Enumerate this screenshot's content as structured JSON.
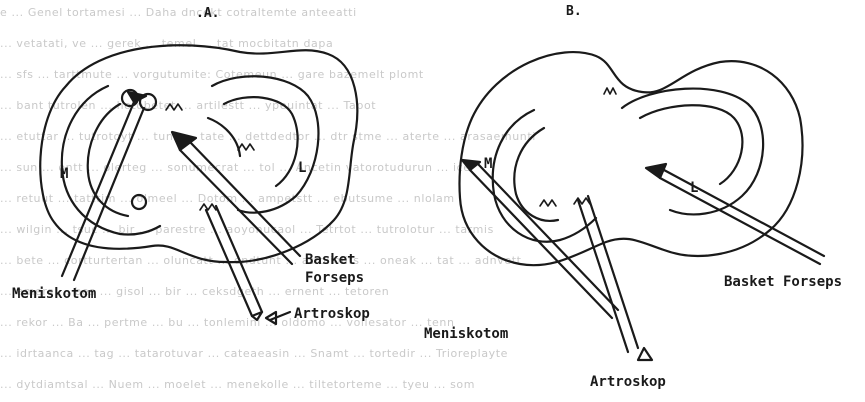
{
  "background_text": [
    "e ... Genel tortamesi ... Daha dncekt cotraltemte anteeatti",
    "... vetatati, ve ... gerek ... temel ... tat mocbitatn dapa",
    "... sfs ... tarttmute ... vorgutumite: Cotemeun ... gare bazemelt plomt",
    "... bant tutrolen ... hotobetet ... artilestt ... ypeuintat ... Tapot",
    "... etuttar ... tutrotoyt ... tuns ... tate ... dettdedtor ... dtr stme ... aterte ... arasaemunti",
    "... sun ... ontt ... olerteg ... sonumecrat ... tol ... Ancetin vatorotudurun ... ice",
    "... retuut ... tatttim ... olmeel ... Dotom ... ampetstt ... ebutsume ... nlolam",
    "... wilgin ... tsuc ... bir ... parestre ... aoyonucaol ... Tetrtot ... tutrolotur ... tarmis",
    "... bete ... cortturtertan ... oluncatt ... endtunt ... attoliolits ... oneak ... tat ... adnvett",
    "... amers ... bes ... gisol ... bir ... ceksdgeth ... ernent ... tetoren",
    "... rekor ... Ba ... pertme ... bu ... tonlemini ... oldomo ... vollesator ... tenn",
    "... idrtaanca ... tag ... tatarotuvar ... cateaeasin ... Snamt ... tortedir ... Trioreplayte",
    "... dytdiamtsal ... Nuem ... moelet ... menekolle ... tiltetorteme ... tyeu ... som"
  ],
  "panel_a": {
    "title": ".A.",
    "label_m": "M",
    "label_l": "L",
    "label_tool_left": "Meniskotom",
    "label_tool_right_1": "Basket",
    "label_tool_right_2": "Forseps",
    "label_scope": "Artroskop"
  },
  "panel_b": {
    "title": "B.",
    "label_m": "M",
    "label_l": "L",
    "label_tool_left": "Meniskotom",
    "label_tool_right": "Basket Forseps",
    "label_scope": "Artroskop"
  },
  "colors": {
    "ink": "#1a1a1a",
    "bg_text": "#c9c9c9"
  }
}
